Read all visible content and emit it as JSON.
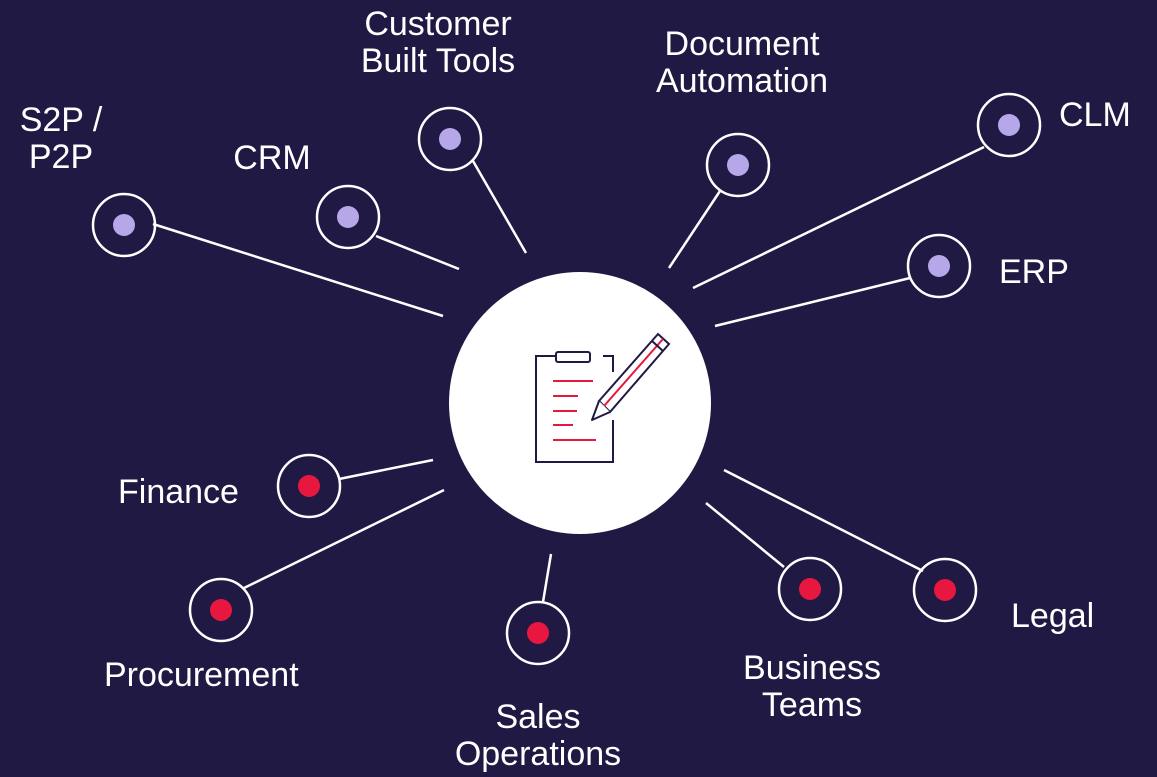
{
  "colors": {
    "background": "#1f1943",
    "hub_fill": "#ffffff",
    "tool_dot": "#b6a8e8",
    "team_dot": "#e8173f",
    "line": "#ffffff",
    "icon_stroke": "#1f1943",
    "icon_accent": "#e8173f"
  },
  "hub": {
    "icon": "clipboard-pencil-icon"
  },
  "tools": [
    {
      "id": "s2p",
      "lines": [
        "S2P /",
        "P2P"
      ]
    },
    {
      "id": "crm",
      "lines": [
        "CRM"
      ]
    },
    {
      "id": "cbt",
      "lines": [
        "Customer",
        "Built Tools"
      ]
    },
    {
      "id": "docauto",
      "lines": [
        "Document",
        "Automation"
      ]
    },
    {
      "id": "clm",
      "lines": [
        "CLM"
      ]
    },
    {
      "id": "erp",
      "lines": [
        "ERP"
      ]
    }
  ],
  "teams": [
    {
      "id": "finance",
      "lines": [
        "Finance"
      ]
    },
    {
      "id": "procurement",
      "lines": [
        "Procurement"
      ]
    },
    {
      "id": "salesops",
      "lines": [
        "Sales",
        "Operations"
      ]
    },
    {
      "id": "business",
      "lines": [
        "Business",
        "Teams"
      ]
    },
    {
      "id": "legal",
      "lines": [
        "Legal"
      ]
    }
  ]
}
